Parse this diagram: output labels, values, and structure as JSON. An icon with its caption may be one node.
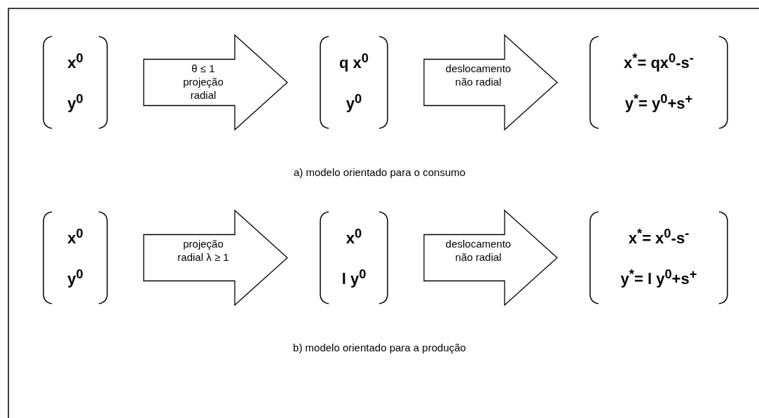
{
  "diagram": {
    "nodes": [
      {
        "text": [
          "x$^{0}$",
          "y$^{0}$"
        ]
      },
      {
        "text": [
          "q x$^{0}$",
          "y$^{0}$"
        ]
      },
      {
        "text": [
          "x$^{*}$= qx$^{0}$-s$^{-}$",
          "y$^{*}$= y$^{0}$+s$^{+}$"
        ]
      },
      {
        "text": [
          "x$^{0}$",
          "y$^{0}$"
        ]
      },
      {
        "text": [
          "x$^{0}$",
          "l y$^{0}$"
        ]
      },
      {
        "text": [
          "x$^{*}$= x$^{0}$-s$^{-}$",
          "y$^{*}$= l y$^{0}$+s$^{+}$"
        ]
      }
    ],
    "edges": [
      {
        "from": 0,
        "to": 1,
        "arrow": "to",
        "label": "θ ≤ 1 projeção radial"
      },
      {
        "from": 1,
        "to": 2,
        "arrow": "to",
        "label": "deslocamento não radial"
      },
      {
        "from": 3,
        "to": 4,
        "arrow": "to",
        "label": "projeção radial λ ≥ 1"
      },
      {
        "from": 4,
        "to": 5,
        "arrow": "to",
        "label": "deslocamento não radial"
      }
    ],
    "labels": [
      "a) modelo orientado para o consumo",
      "b) modelo orientado para a produção"
    ]
  }
}
